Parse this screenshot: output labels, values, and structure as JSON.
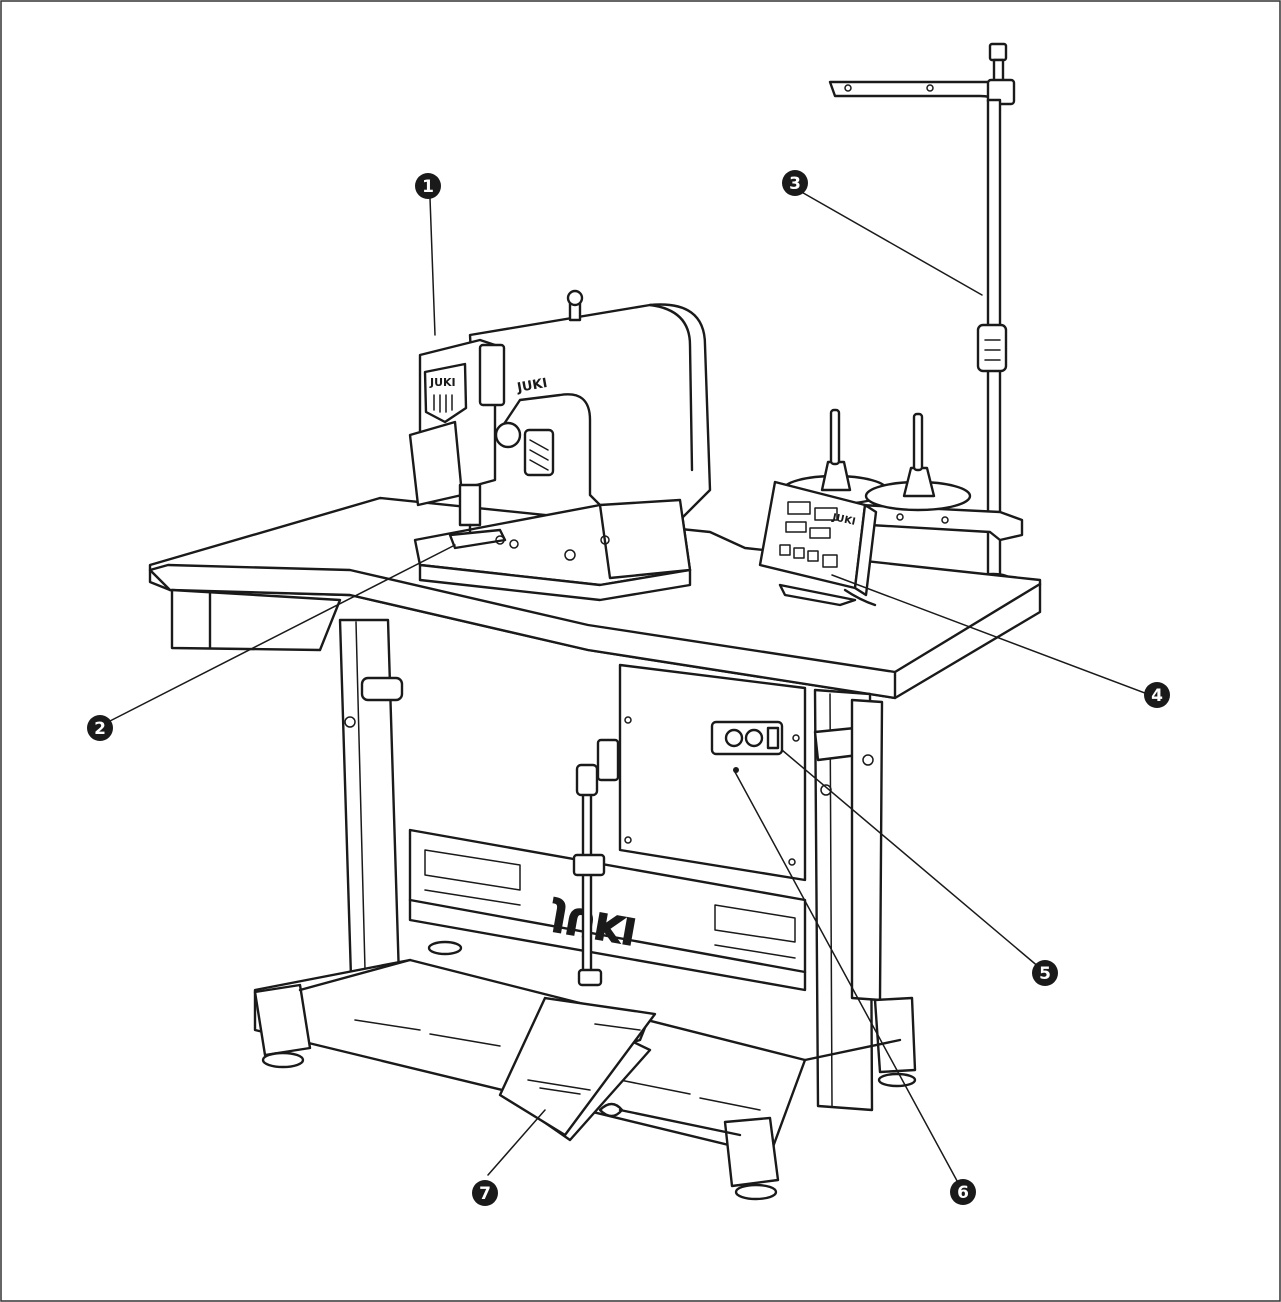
{
  "brand": {
    "logo_text": "JUKI",
    "base_lettering": "JUKI"
  },
  "callouts": [
    {
      "id": "1",
      "label": "1"
    },
    {
      "id": "2",
      "label": "2"
    },
    {
      "id": "3",
      "label": "3"
    },
    {
      "id": "4",
      "label": "4"
    },
    {
      "id": "5",
      "label": "5"
    },
    {
      "id": "6",
      "label": "6"
    },
    {
      "id": "7",
      "label": "7"
    }
  ],
  "colors": {
    "ink": "#1a1a1a",
    "paper": "#ffffff",
    "frame": "#333333"
  }
}
